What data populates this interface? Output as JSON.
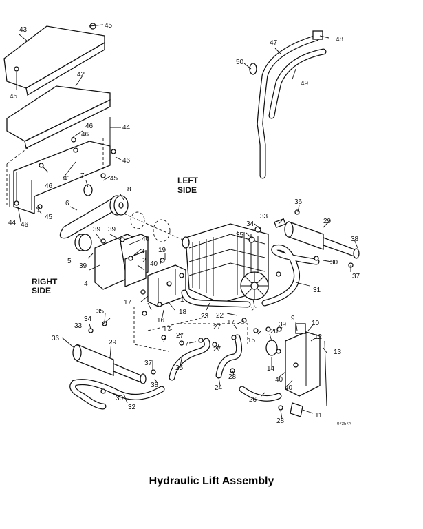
{
  "caption": "Hydraulic Lift  Assembly",
  "diagram_code": "07357A",
  "side_labels": {
    "left_line1": "LEFT",
    "left_line2": "SIDE",
    "right_line1": "RIGHT",
    "right_line2": "SIDE"
  },
  "callouts": [
    "1",
    "2",
    "3",
    "4",
    "5",
    "6",
    "7",
    "8",
    "9",
    "10",
    "11",
    "12",
    "13",
    "14",
    "15",
    "16",
    "17",
    "17",
    "17",
    "18",
    "19",
    "20",
    "21",
    "22",
    "23",
    "24",
    "25",
    "26",
    "27",
    "27",
    "27",
    "27",
    "28",
    "28",
    "29",
    "29",
    "30",
    "30",
    "31",
    "32",
    "33",
    "33",
    "34",
    "34",
    "35",
    "35",
    "36",
    "36",
    "37",
    "37",
    "38",
    "38",
    "39",
    "39",
    "39",
    "39",
    "40",
    "40",
    "40",
    "40",
    "41",
    "42",
    "43",
    "44",
    "44",
    "45",
    "45",
    "45",
    "45",
    "46",
    "46",
    "46",
    "46",
    "46",
    "47",
    "48",
    "49",
    "50"
  ]
}
